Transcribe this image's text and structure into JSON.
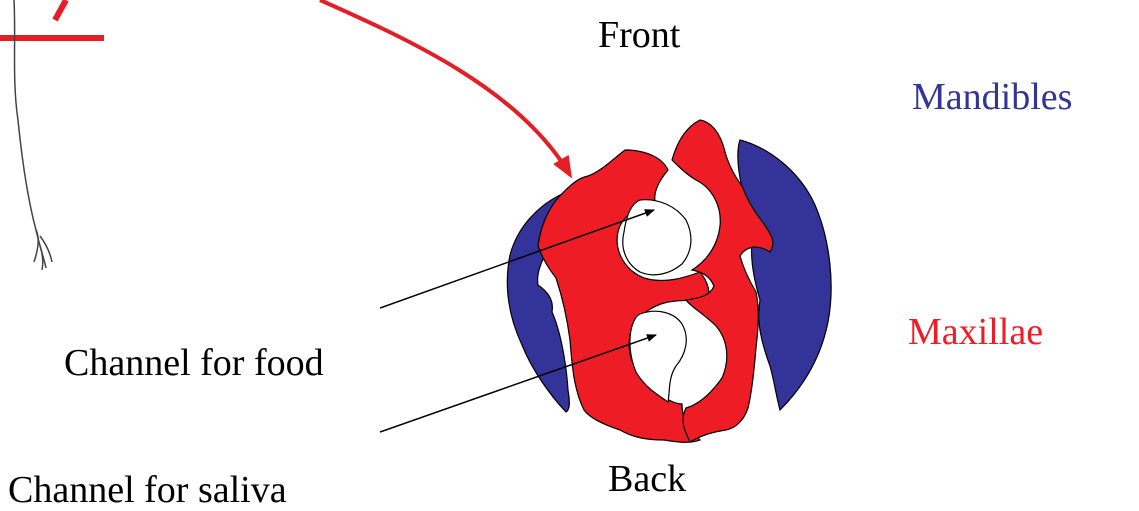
{
  "labels": {
    "front": "Front",
    "back": "Back",
    "mandibles": "Mandibles",
    "maxillae": "Maxillae",
    "channel_food": "Channel for food",
    "channel_saliva": "Channel for saliva"
  },
  "colors": {
    "mandibles": "#333399",
    "maxillae": "#ee1c25",
    "arrow": "#e41e26",
    "outline": "#000000"
  }
}
